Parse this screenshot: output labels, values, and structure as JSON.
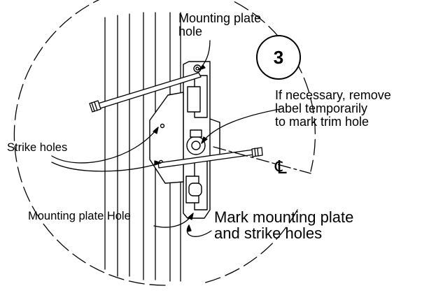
{
  "step_number": "3",
  "labels": {
    "mounting_plate_hole_top": [
      "Mounting plate",
      "hole"
    ],
    "remove_label_note": [
      "If necessary, remove",
      "label temporarily",
      "to mark trim hole"
    ],
    "strike_holes": "Strike holes",
    "mounting_plate_hole_bottom": "Mounting plate Hole",
    "mark_holes_instruction": [
      "Mark mounting plate",
      "and strike holes"
    ]
  },
  "centerline_symbol": "℄"
}
